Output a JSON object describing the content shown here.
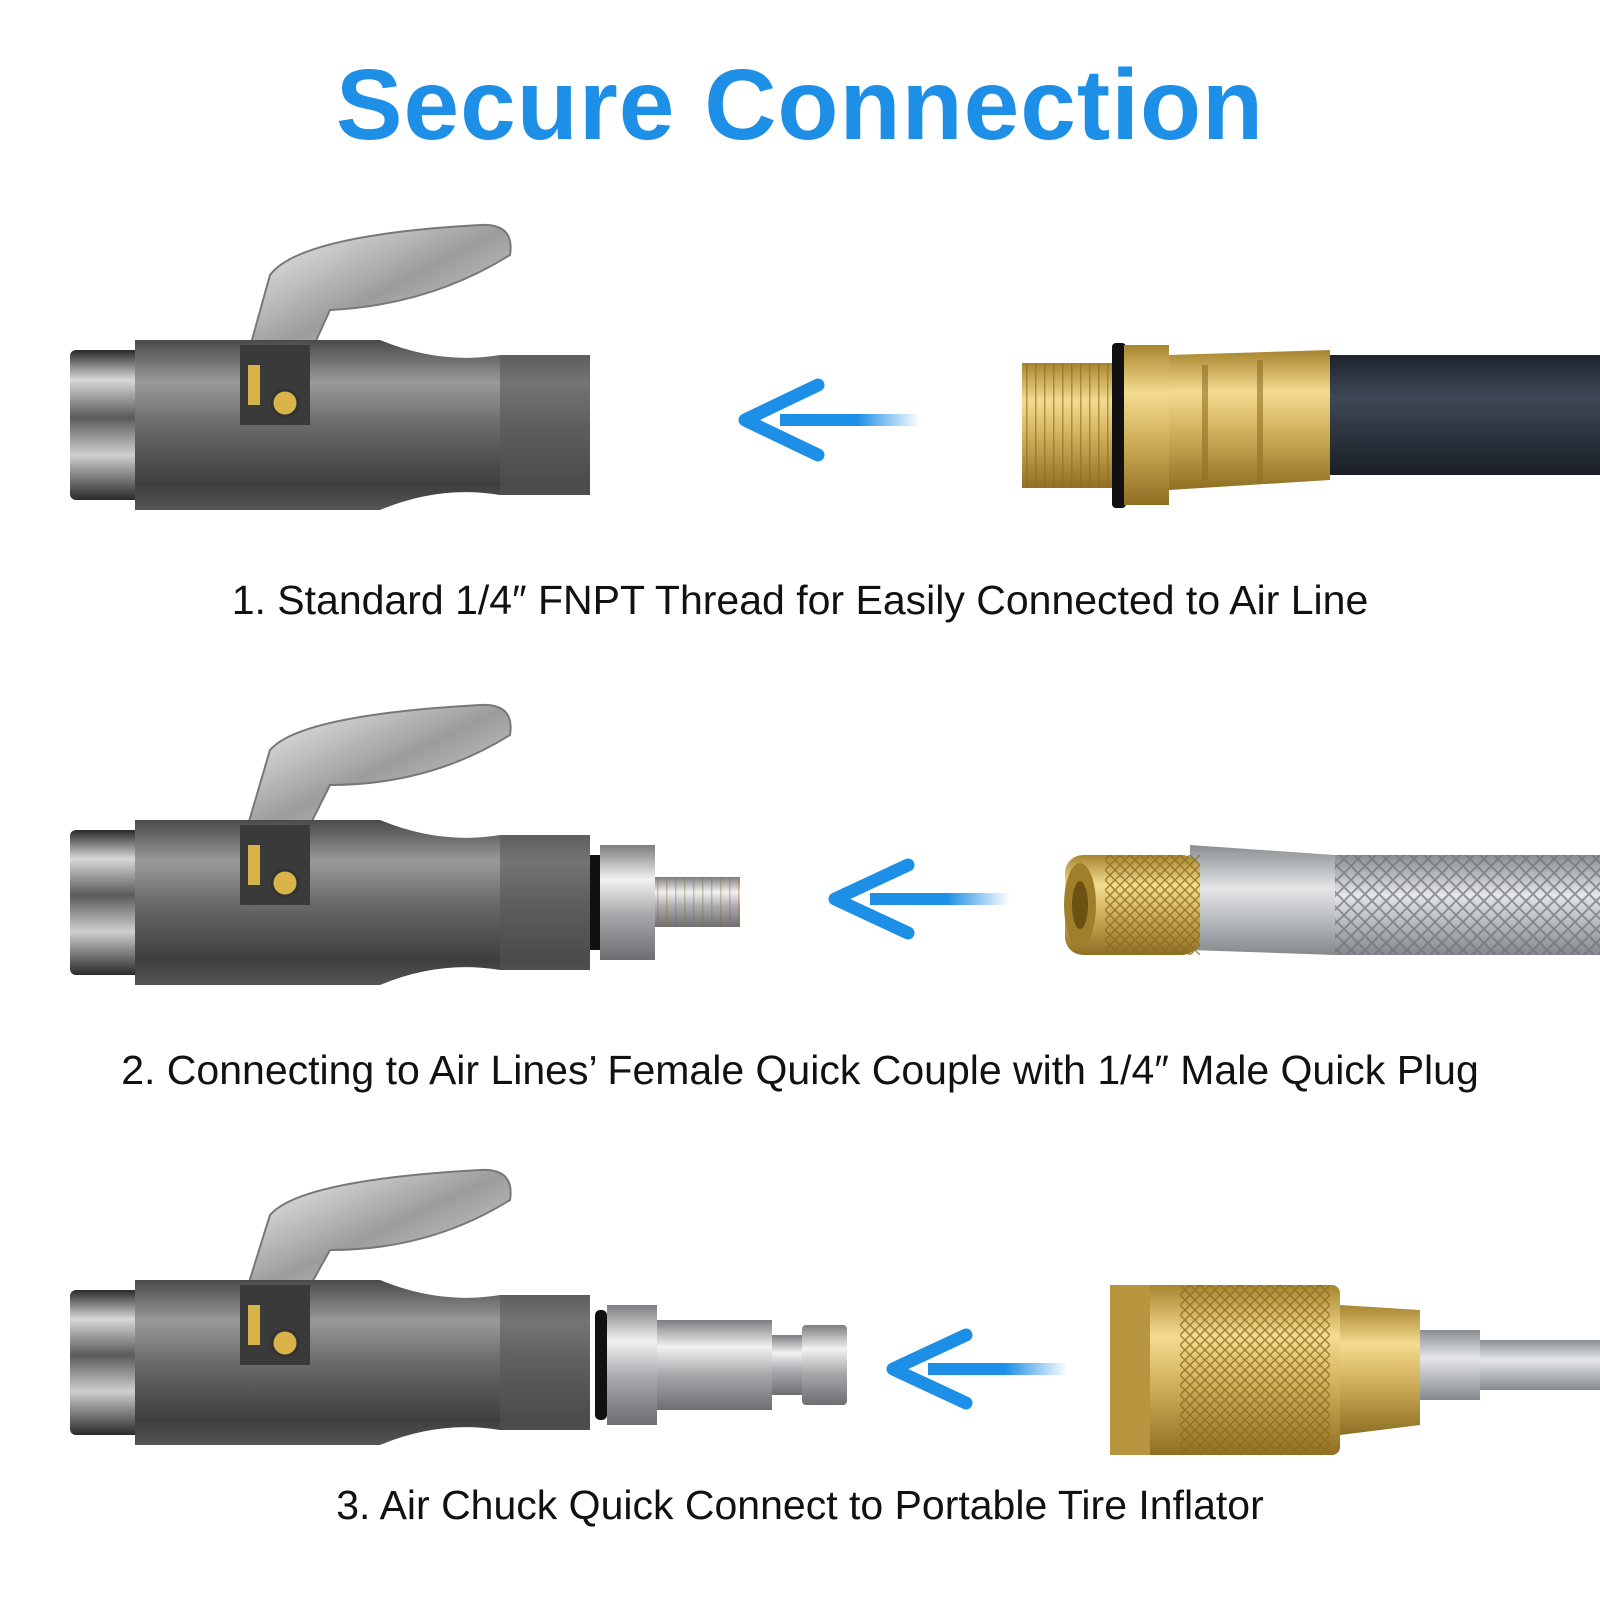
{
  "title": "Secure Connection",
  "colors": {
    "title": "#1e8fe6",
    "arrow": "#1e8fe6",
    "chuck_body": "#6b6b6b",
    "chrome": "#c9c9cc",
    "brass": "#cfae5a",
    "hose_black": "#2c3440",
    "braided_steel": "#b8bcc0"
  },
  "rows": [
    {
      "caption": "1. Standard 1/4″ FNPT Thread for Easily Connected to Air Line",
      "chuck_icon": "air-chuck-icon",
      "fitting_icon": "brass-male-thread-hose-icon"
    },
    {
      "caption": "2. Connecting to Air Lines’ Female Quick Couple with 1/4″ Male Quick Plug",
      "chuck_icon": "air-chuck-with-valve-stem-icon",
      "fitting_icon": "brass-female-braided-hose-icon"
    },
    {
      "caption": "3. Air Chuck Quick Connect to Portable Tire Inflator",
      "chuck_icon": "air-chuck-with-quick-plug-icon",
      "fitting_icon": "brass-quick-coupler-hose-icon"
    }
  ]
}
